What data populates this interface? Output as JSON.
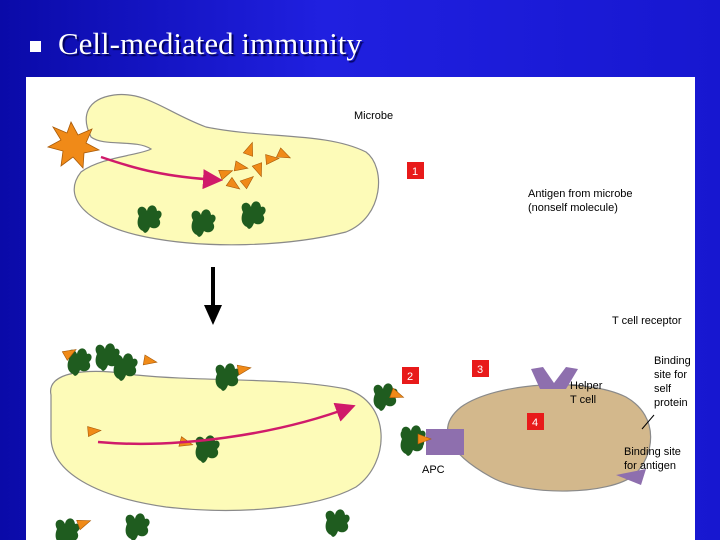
{
  "slide": {
    "title": "Cell-mediated immunity",
    "background_color": "#1e1edc"
  },
  "diagram": {
    "labels": {
      "microbe": "Microbe",
      "antigen_line1": "Antigen from microbe",
      "antigen_line2": "(nonself molecule)",
      "t_cell_receptor": "T cell receptor",
      "helper_line1": "Helper",
      "helper_line2": "T cell",
      "apc": "APC",
      "self_line1": "Binding",
      "self_line2": "site for",
      "self_line3": "self",
      "self_line4": "protein",
      "antigen_site_line1": "Binding site",
      "antigen_site_line2": "for antigen"
    },
    "steps": [
      "1",
      "2",
      "3",
      "4"
    ],
    "colors": {
      "apc_cell": "#fdfbb8",
      "apc_outline": "#8a8a8a",
      "helper_cell": "#d3b88c",
      "microbe": "#f08a18",
      "antigen": "#f08a18",
      "mhc": "#1f5c1f",
      "receptor": "#8e6fae",
      "arrow": "#d01a6a",
      "step_marker": "#e81a1a"
    }
  }
}
